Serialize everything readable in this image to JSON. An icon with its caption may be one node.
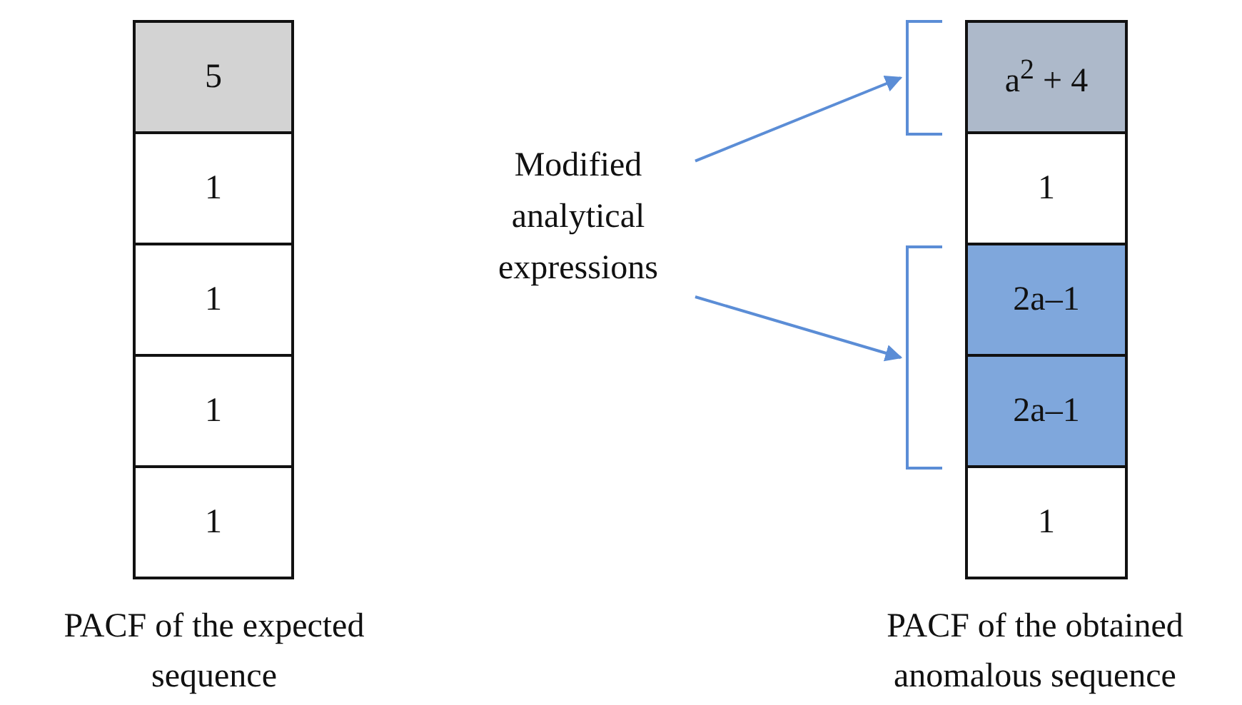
{
  "diagram": {
    "nodes": [
      {
        "text": [
          "5"
        ]
      },
      {
        "text": [
          "1"
        ]
      },
      {
        "text": [
          "1"
        ]
      },
      {
        "text": [
          "1"
        ]
      },
      {
        "text": [
          "1"
        ]
      },
      {
        "text": [
          "a$^{2}$ + 4"
        ]
      },
      {
        "text": [
          "1"
        ]
      },
      {
        "text": [
          "2a–1"
        ]
      },
      {
        "text": [
          "2a–1"
        ]
      },
      {
        "text": [
          "1"
        ]
      },
      {
        "text": [
          "Modified analytical expressions"
        ]
      },
      {
        "text": [],
        "shape": "bracket"
      },
      {
        "text": [],
        "shape": "bracket"
      }
    ],
    "edges": [
      {
        "from": 10,
        "to": 11,
        "arrow": "to",
        "color": "#5b8dd6"
      },
      {
        "from": 10,
        "to": 12,
        "arrow": "to",
        "color": "#5b8dd6"
      }
    ],
    "labels": [
      "PACF of the expected sequence",
      "PACF of the obtained anomalous sequence"
    ]
  }
}
